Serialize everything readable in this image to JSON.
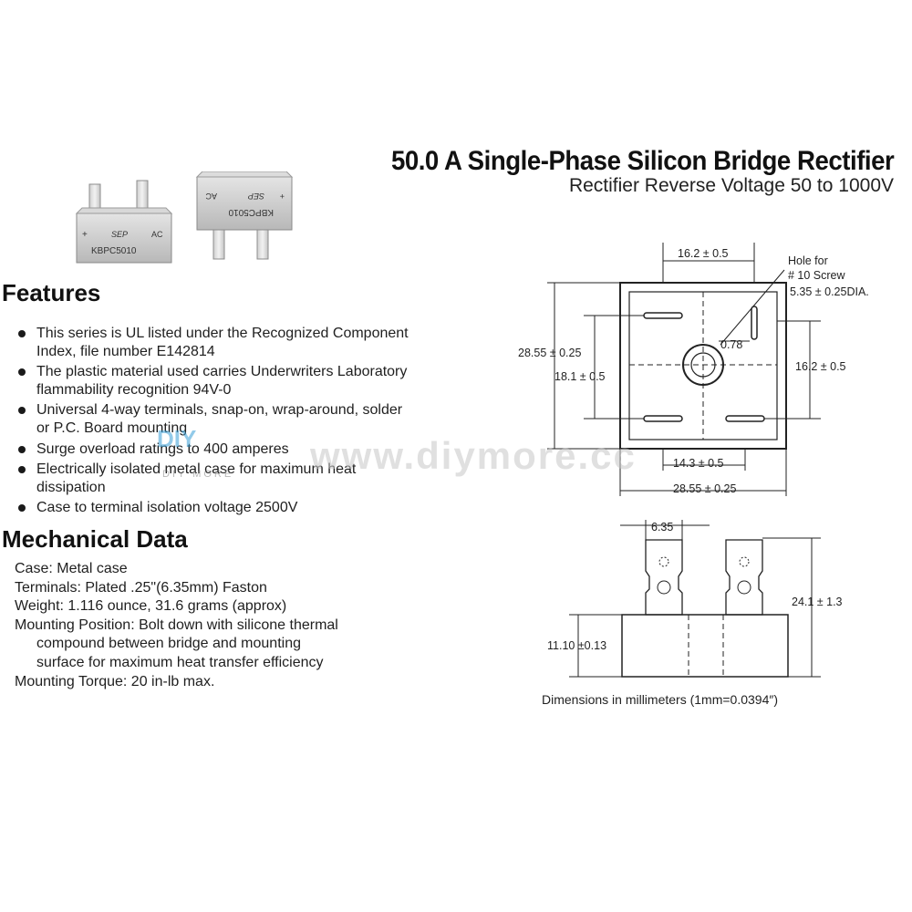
{
  "title": "50.0 A Single-Phase Silicon Bridge Rectifier",
  "subtitle": "Rectifier Reverse Voltage 50 to 1000V",
  "product_photos": {
    "left": {
      "model": "KBPC5010",
      "plus": "+",
      "ac": "AC",
      "brand": "SEP"
    },
    "right": {
      "model": "KBPC5010",
      "plus": "+",
      "ac": "AC",
      "brand": "SEP"
    }
  },
  "features_heading": "Features",
  "features": [
    "This series is UL listed under the Recognized Component Index, file number E142814",
    "The plastic material used carries Underwriters Laboratory flammability recognition 94V-0",
    "Universal 4-way terminals, snap-on, wrap-around, solder or P.C. Board mounting",
    "Surge overload ratings to 400 amperes",
    "Electrically isolated metal case for maximum heat dissipation",
    "Case to terminal isolation voltage 2500V"
  ],
  "mechanical_heading": "Mechanical Data",
  "mechanical_data": [
    {
      "text": "Case: Metal case",
      "indent": false
    },
    {
      "text": "Terminals: Plated .25\"(6.35mm) Faston",
      "indent": false
    },
    {
      "text": "Weight: 1.116 ounce, 31.6 grams (approx)",
      "indent": false
    },
    {
      "text": "Mounting Position: Bolt down with silicone thermal",
      "indent": false
    },
    {
      "text": "compound between bridge and mounting",
      "indent": true
    },
    {
      "text": "surface for maximum heat transfer efficiency",
      "indent": true
    },
    {
      "text": "Mounting Torque: 20 in-lb max.",
      "indent": false
    }
  ],
  "dimensions": {
    "top_width_inner": "16.2 ± 0.5",
    "hole_label_1": "Hole for",
    "hole_label_2": "# 10 Screw",
    "hole_label_3": "5.35 ± 0.25DIA.",
    "outer_height": "28.55 ± 0.25",
    "inner_height": "18.1 ± 0.5",
    "center_offset": "0.78",
    "right_height": "16.2 ± 0.5",
    "bottom_inner": "14.3 ± 0.5",
    "bottom_outer": "28.55 ± 0.25",
    "terminal_width": "6.35",
    "total_height": "24.1 ± 1.3",
    "body_height": "11.10 ±0.13"
  },
  "caption": "Dimensions in millimeters (1mm=0.0394″)",
  "watermark": {
    "main": "www.diymore.cc",
    "logo": "DIY",
    "logo_sub": "DIY MORE"
  }
}
